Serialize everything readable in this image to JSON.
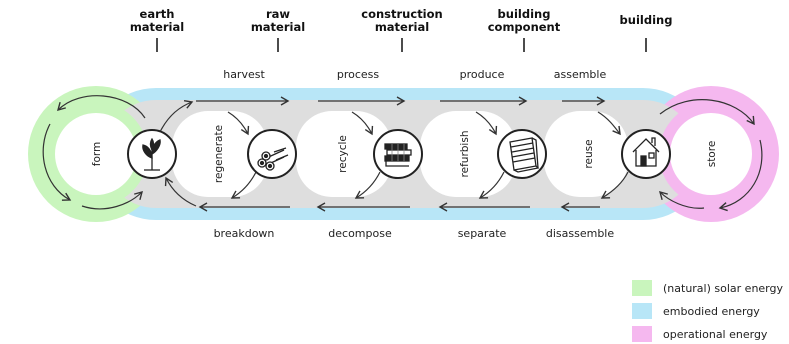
{
  "stages": [
    {
      "line1": "earth",
      "line2": "material"
    },
    {
      "line1": "raw",
      "line2": "material"
    },
    {
      "line1": "construction",
      "line2": "material"
    },
    {
      "line1": "building",
      "line2": "component"
    },
    {
      "line1": "building",
      "line2": ""
    }
  ],
  "top_processes": [
    "harvest",
    "process",
    "produce",
    "assemble"
  ],
  "bottom_processes": [
    "breakdown",
    "decompose",
    "separate",
    "disassemble"
  ],
  "loop_labels": [
    "form",
    "regenerate",
    "recycle",
    "refurbish",
    "reuse",
    "store"
  ],
  "icons": [
    "plant-icon",
    "logs-icon",
    "lumber-stack-icon",
    "panel-stack-icon",
    "house-icon"
  ],
  "legend": [
    {
      "label": "(natural) solar energy",
      "color": "#c9f5bd"
    },
    {
      "label": "embodied energy",
      "color": "#b8e6f7"
    },
    {
      "label": "operational energy",
      "color": "#f5b8ef"
    }
  ]
}
